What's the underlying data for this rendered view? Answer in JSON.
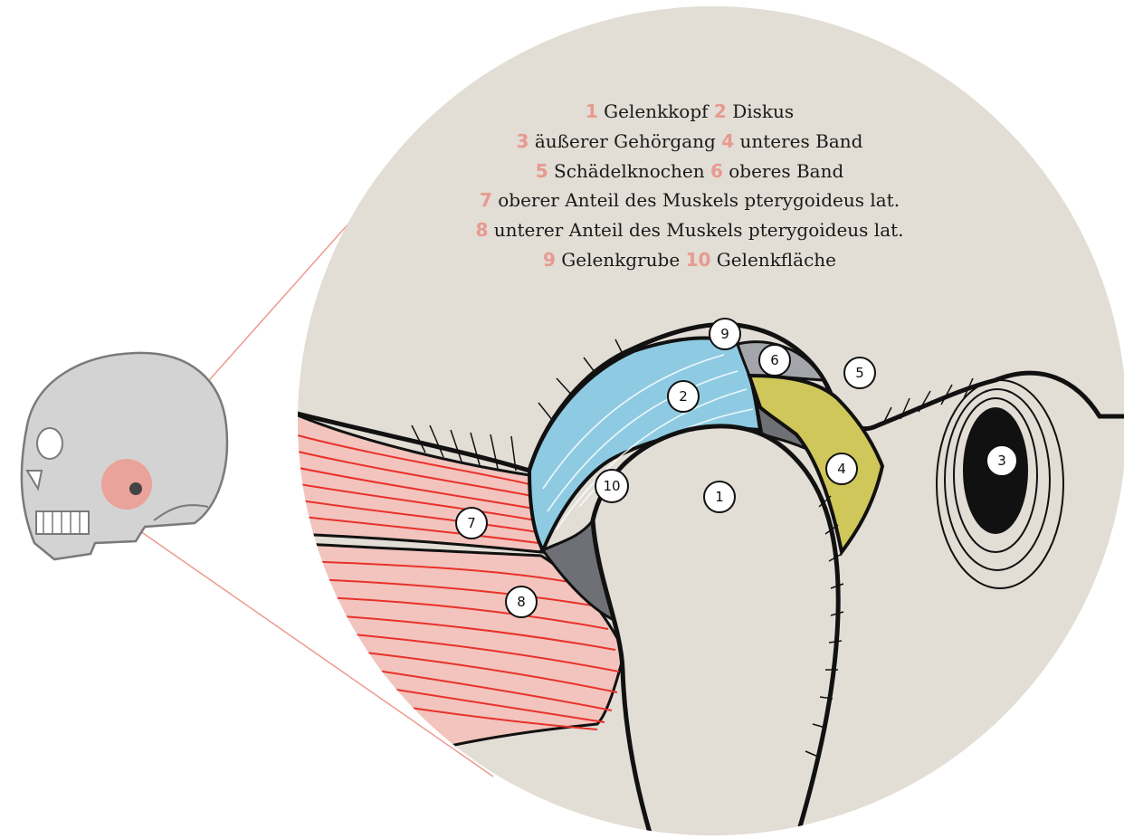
{
  "colors": {
    "background": "#ffffff",
    "circle": "#e2ddd5",
    "legend_number": "#e89a90",
    "muscle_fill": "#f2c4bd",
    "muscle_fiber": "#e8312a",
    "disc": "#8ecbe3",
    "lower_ligament": "#cfc75a",
    "ligament_gray": "#6e7075",
    "joint_gray": "#a3a5aa",
    "outline": "#111111",
    "skull": "#d3d3d3",
    "skull_highlight": "#ec9a8f",
    "zoom_lines": "#ec9a8f"
  },
  "legend": [
    [
      {
        "num": "1",
        "label": "Gelenkkopf"
      },
      {
        "num": "2",
        "label": "Diskus"
      }
    ],
    [
      {
        "num": "3",
        "label": "äußerer Gehörgang"
      },
      {
        "num": "4",
        "label": "unteres Band"
      }
    ],
    [
      {
        "num": "5",
        "label": "Schädelknochen"
      },
      {
        "num": "6",
        "label": "oberes Band"
      }
    ],
    [
      {
        "num": "7",
        "label": "oberer Anteil des Muskels pterygoideus lat."
      }
    ],
    [
      {
        "num": "8",
        "label": "unterer Anteil des Muskels pterygoideus lat."
      }
    ],
    [
      {
        "num": "9",
        "label": "Gelenkgrube"
      },
      {
        "num": "10",
        "label": "Gelenkfläche"
      }
    ]
  ],
  "markers": {
    "m1": "1",
    "m2": "2",
    "m3": "3",
    "m4": "4",
    "m5": "5",
    "m6": "6",
    "m7": "7",
    "m8": "8",
    "m9": "9",
    "m10": "10"
  },
  "icons": {
    "skull": "skull-icon",
    "zoom": "zoom-lines"
  }
}
